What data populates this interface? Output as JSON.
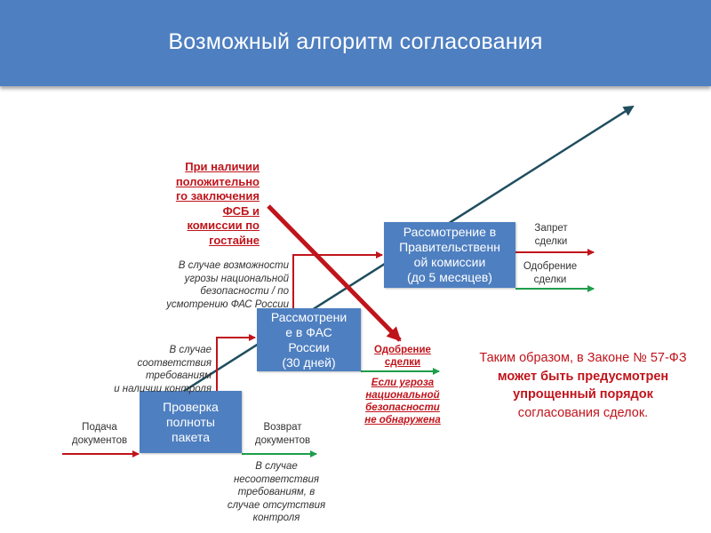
{
  "header": {
    "title": "Возможный алгоритм согласования"
  },
  "boxes": {
    "check": [
      "Проверка",
      "полноты",
      "пакета"
    ],
    "fas": [
      "Рассмотрени",
      "е в ФАС",
      "России",
      "(30 дней)"
    ],
    "gov": [
      "Рассмотрение в",
      "Правительственн",
      "ой комиссии",
      "(до 5 месяцев)"
    ]
  },
  "notes": {
    "submit": [
      "Подача",
      "документов"
    ],
    "return": [
      "Возврат",
      "документов"
    ],
    "ban": [
      "Запрет",
      "сделки"
    ],
    "gov_approve": [
      "Одобрение",
      "сделки"
    ],
    "mismatch": [
      "В случае",
      "несоответствия",
      "требованиям, в",
      "случае отсутствия",
      "контроля"
    ],
    "match": [
      "В случае",
      "соответствия",
      "требованиям",
      "и наличии контроля"
    ],
    "threat": [
      "В случае возможности",
      "угрозы национальной",
      "безопасности / по",
      "усмотрению ФАС России"
    ]
  },
  "red": {
    "positive": [
      "При наличии",
      "положительно",
      "го заключения",
      "ФСБ и",
      "комиссии по",
      "гостайне"
    ],
    "fas_approve": [
      "Одобрение",
      "сделки"
    ],
    "no_threat": [
      "Если угроза",
      "национальной",
      "безопасности",
      "не обнаружена"
    ]
  },
  "conclusion": {
    "part1": "Таким образом, в Законе № 57-ФЗ ",
    "part2": "может быть предусмотрен упрощенный порядок",
    "part3": " согласования сделок."
  }
}
